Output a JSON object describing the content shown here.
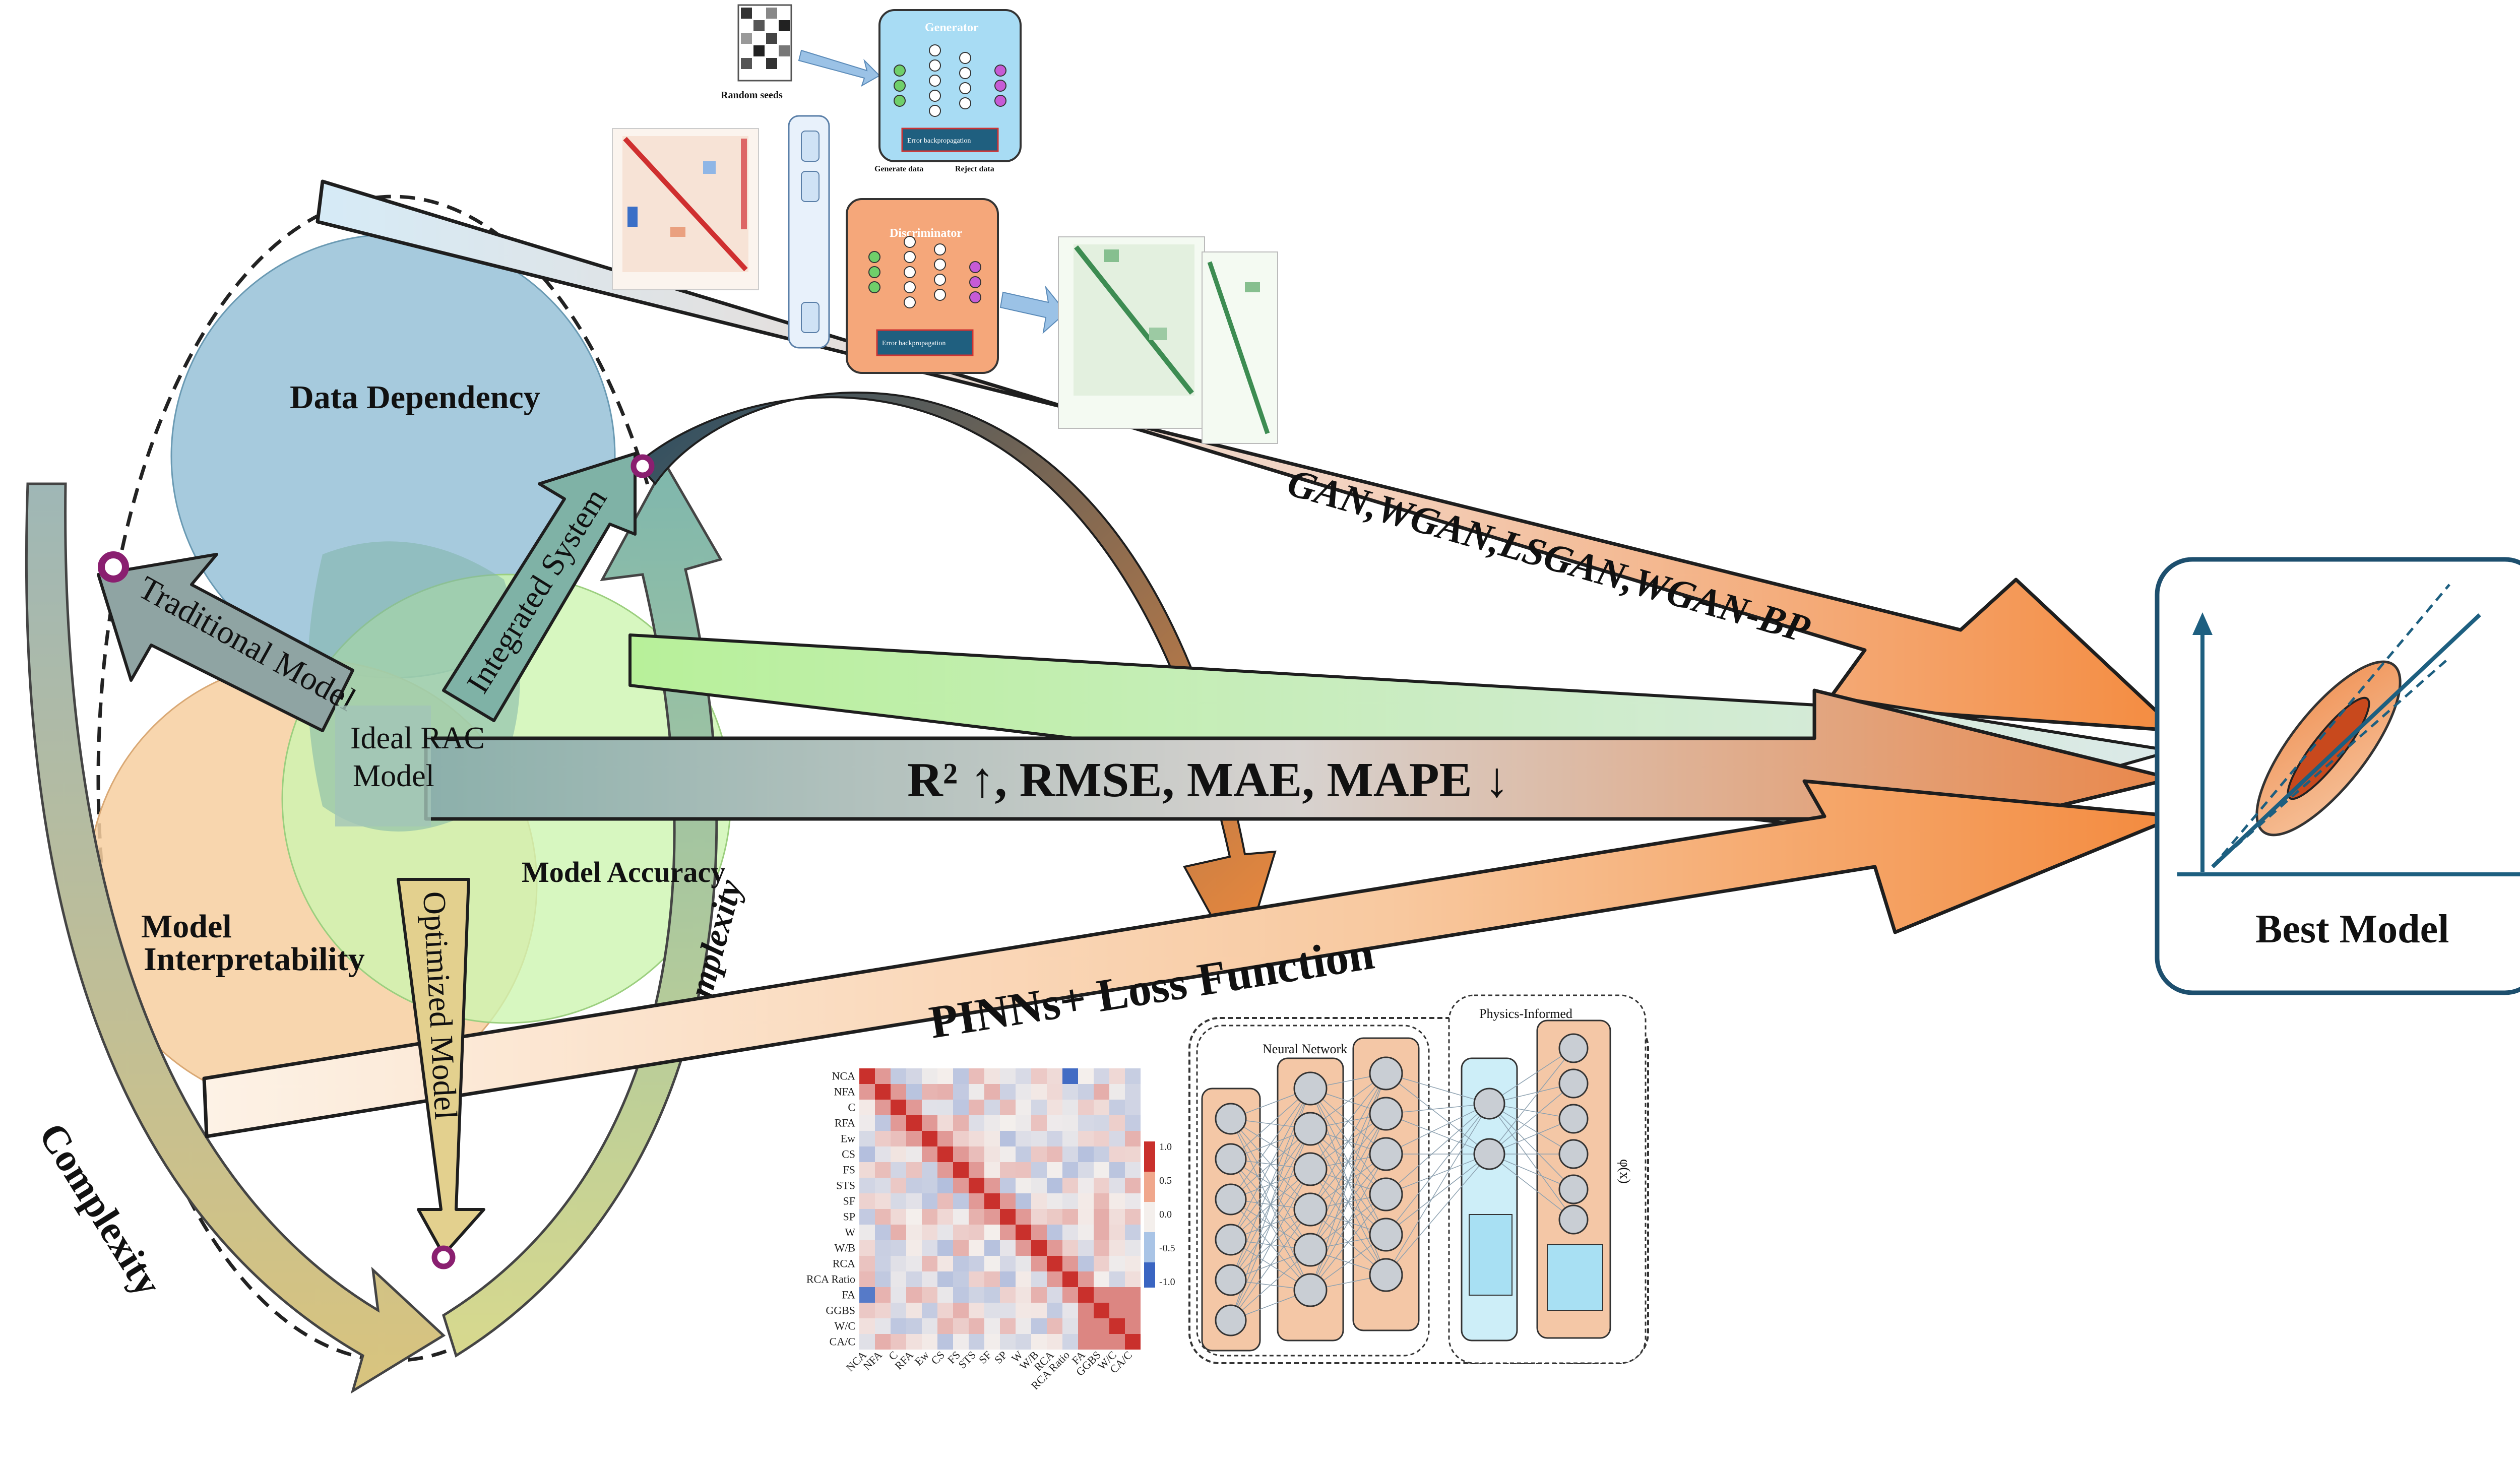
{
  "venn": {
    "data_dependency": "Data Dependency",
    "model_interpretability_line1": "Model",
    "model_interpretability_line2": "Interpretability",
    "model_accuracy": "Model Accuracy",
    "ideal_line1": "Ideal RAC",
    "ideal_line2": "Model"
  },
  "arrows": {
    "traditional": "Traditional Model",
    "integrated": "Integrated System",
    "optimized": "Optimized Model",
    "gan_label": "GAN,WGAN,LSGAN,WGAN-BP",
    "metrics_label": "R² ↑, RMSE, MAE, MAPE ↓",
    "pinns_label": "PINNs+ Loss Function"
  },
  "complexity": {
    "left": "Complexity",
    "right": "Complexity"
  },
  "best_model": {
    "label": "Best Model"
  },
  "gan_inset": {
    "random_seeds": "Random seeds",
    "generator": "Generator",
    "discriminator": "Discriminator",
    "generate_data": "Generate data",
    "reject_data": "Reject data",
    "error_bp": "Error backpropagation"
  },
  "pinn_inset": {
    "neural_network": "Neural Network",
    "physics_informed": "Physics-Informed",
    "phi": "φ(x)"
  },
  "heatmap": {
    "row_labels": [
      "NCA",
      "NFA",
      "C",
      "RFA",
      "Ew",
      "CS",
      "FS",
      "STS",
      "SF",
      "SP",
      "W",
      "W/B",
      "RCA",
      "RCA Ratio",
      "FA",
      "GGBS",
      "W/C",
      "CA/C"
    ],
    "col_labels": [
      "NCA",
      "NFA",
      "C",
      "RFA",
      "Ew",
      "CS",
      "FS",
      "STS",
      "SF",
      "SP",
      "W",
      "W/B",
      "RCA",
      "RCA Ratio",
      "FA",
      "GGBS",
      "W/C",
      "CA/C"
    ],
    "scale_ticks": [
      "1.0",
      "0.5",
      "0.0",
      "-0.5",
      "-1.0"
    ]
  },
  "colors": {
    "data_dependency_fill": "#9ec5da",
    "interpretability_fill": "#f7cfa0",
    "accuracy_fill": "#cdf5b0",
    "gan_arrow_start": "#d6ebf7",
    "gan_arrow_end": "#f48b3f",
    "metrics_arrow_start": "#8cb0ab",
    "metrics_arrow_end": "#e9874a",
    "pinns_arrow_start": "#fbe9d6",
    "pinns_arrow_end": "#f38a3e",
    "best_model_border": "#1d4f6e",
    "complexity_left": "#c8b67a",
    "complexity_right": "#a9d3b6"
  }
}
